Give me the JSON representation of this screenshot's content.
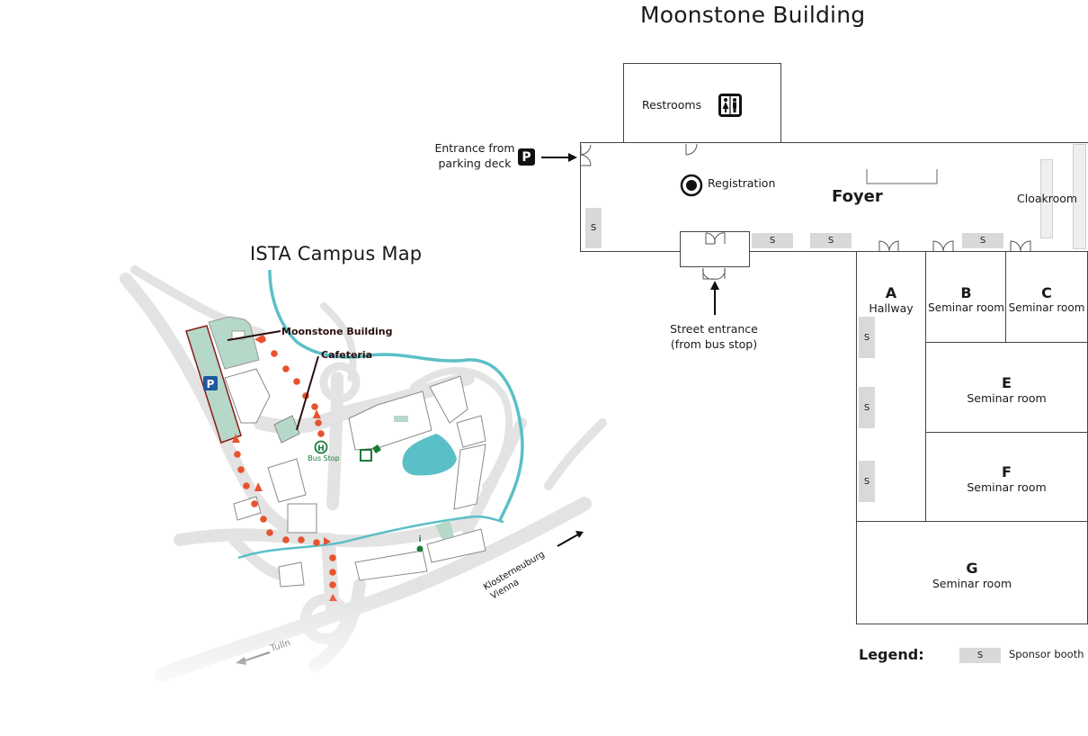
{
  "floorplan": {
    "title": "Moonstone Building",
    "restrooms": {
      "label": "Restrooms",
      "icon": "restroom-icon"
    },
    "parking_entrance": {
      "label_line1": "Entrance from",
      "label_line2": "parking deck",
      "badge": "P"
    },
    "registration": {
      "label": "Registration",
      "icon": "registration-target-icon"
    },
    "foyer": {
      "label": "Foyer"
    },
    "cloakroom": {
      "label": "Cloakroom"
    },
    "street_entrance": {
      "label_line1": "Street entrance",
      "label_line2": "(from bus stop)"
    },
    "rooms": [
      {
        "id": "A",
        "letter": "A",
        "name": "Hallway"
      },
      {
        "id": "B",
        "letter": "B",
        "name": "Seminar room"
      },
      {
        "id": "C",
        "letter": "C",
        "name": "Seminar room"
      },
      {
        "id": "E",
        "letter": "E",
        "name": "Seminar room"
      },
      {
        "id": "F",
        "letter": "F",
        "name": "Seminar room"
      },
      {
        "id": "G",
        "letter": "G",
        "name": "Seminar room"
      }
    ],
    "booth_label": "S",
    "legend": {
      "title": "Legend:",
      "items": [
        {
          "symbol": "S",
          "label": "Sponsor booth"
        }
      ]
    }
  },
  "campus_map": {
    "title": "ISTA Campus Map",
    "labels": {
      "moonstone": "Moonstone Building",
      "cafeteria": "Cafeteria",
      "bus_stop": "Bus Stop",
      "bus_stop_glyph": "H",
      "parking_glyph": "P",
      "info_glyph": "i",
      "tulln": "Tulln",
      "klosterneuburg": "Klosterneuburg",
      "vienna": "Vienna"
    },
    "colors": {
      "building_green": "#b5d8c8",
      "water": "#5bbfc8",
      "route": "#e8532e",
      "parking_outline": "#8b1a1a",
      "parking_badge": "#1c5a9c",
      "bus_green": "#1a7a3a",
      "road": "#e3e3e3"
    }
  }
}
